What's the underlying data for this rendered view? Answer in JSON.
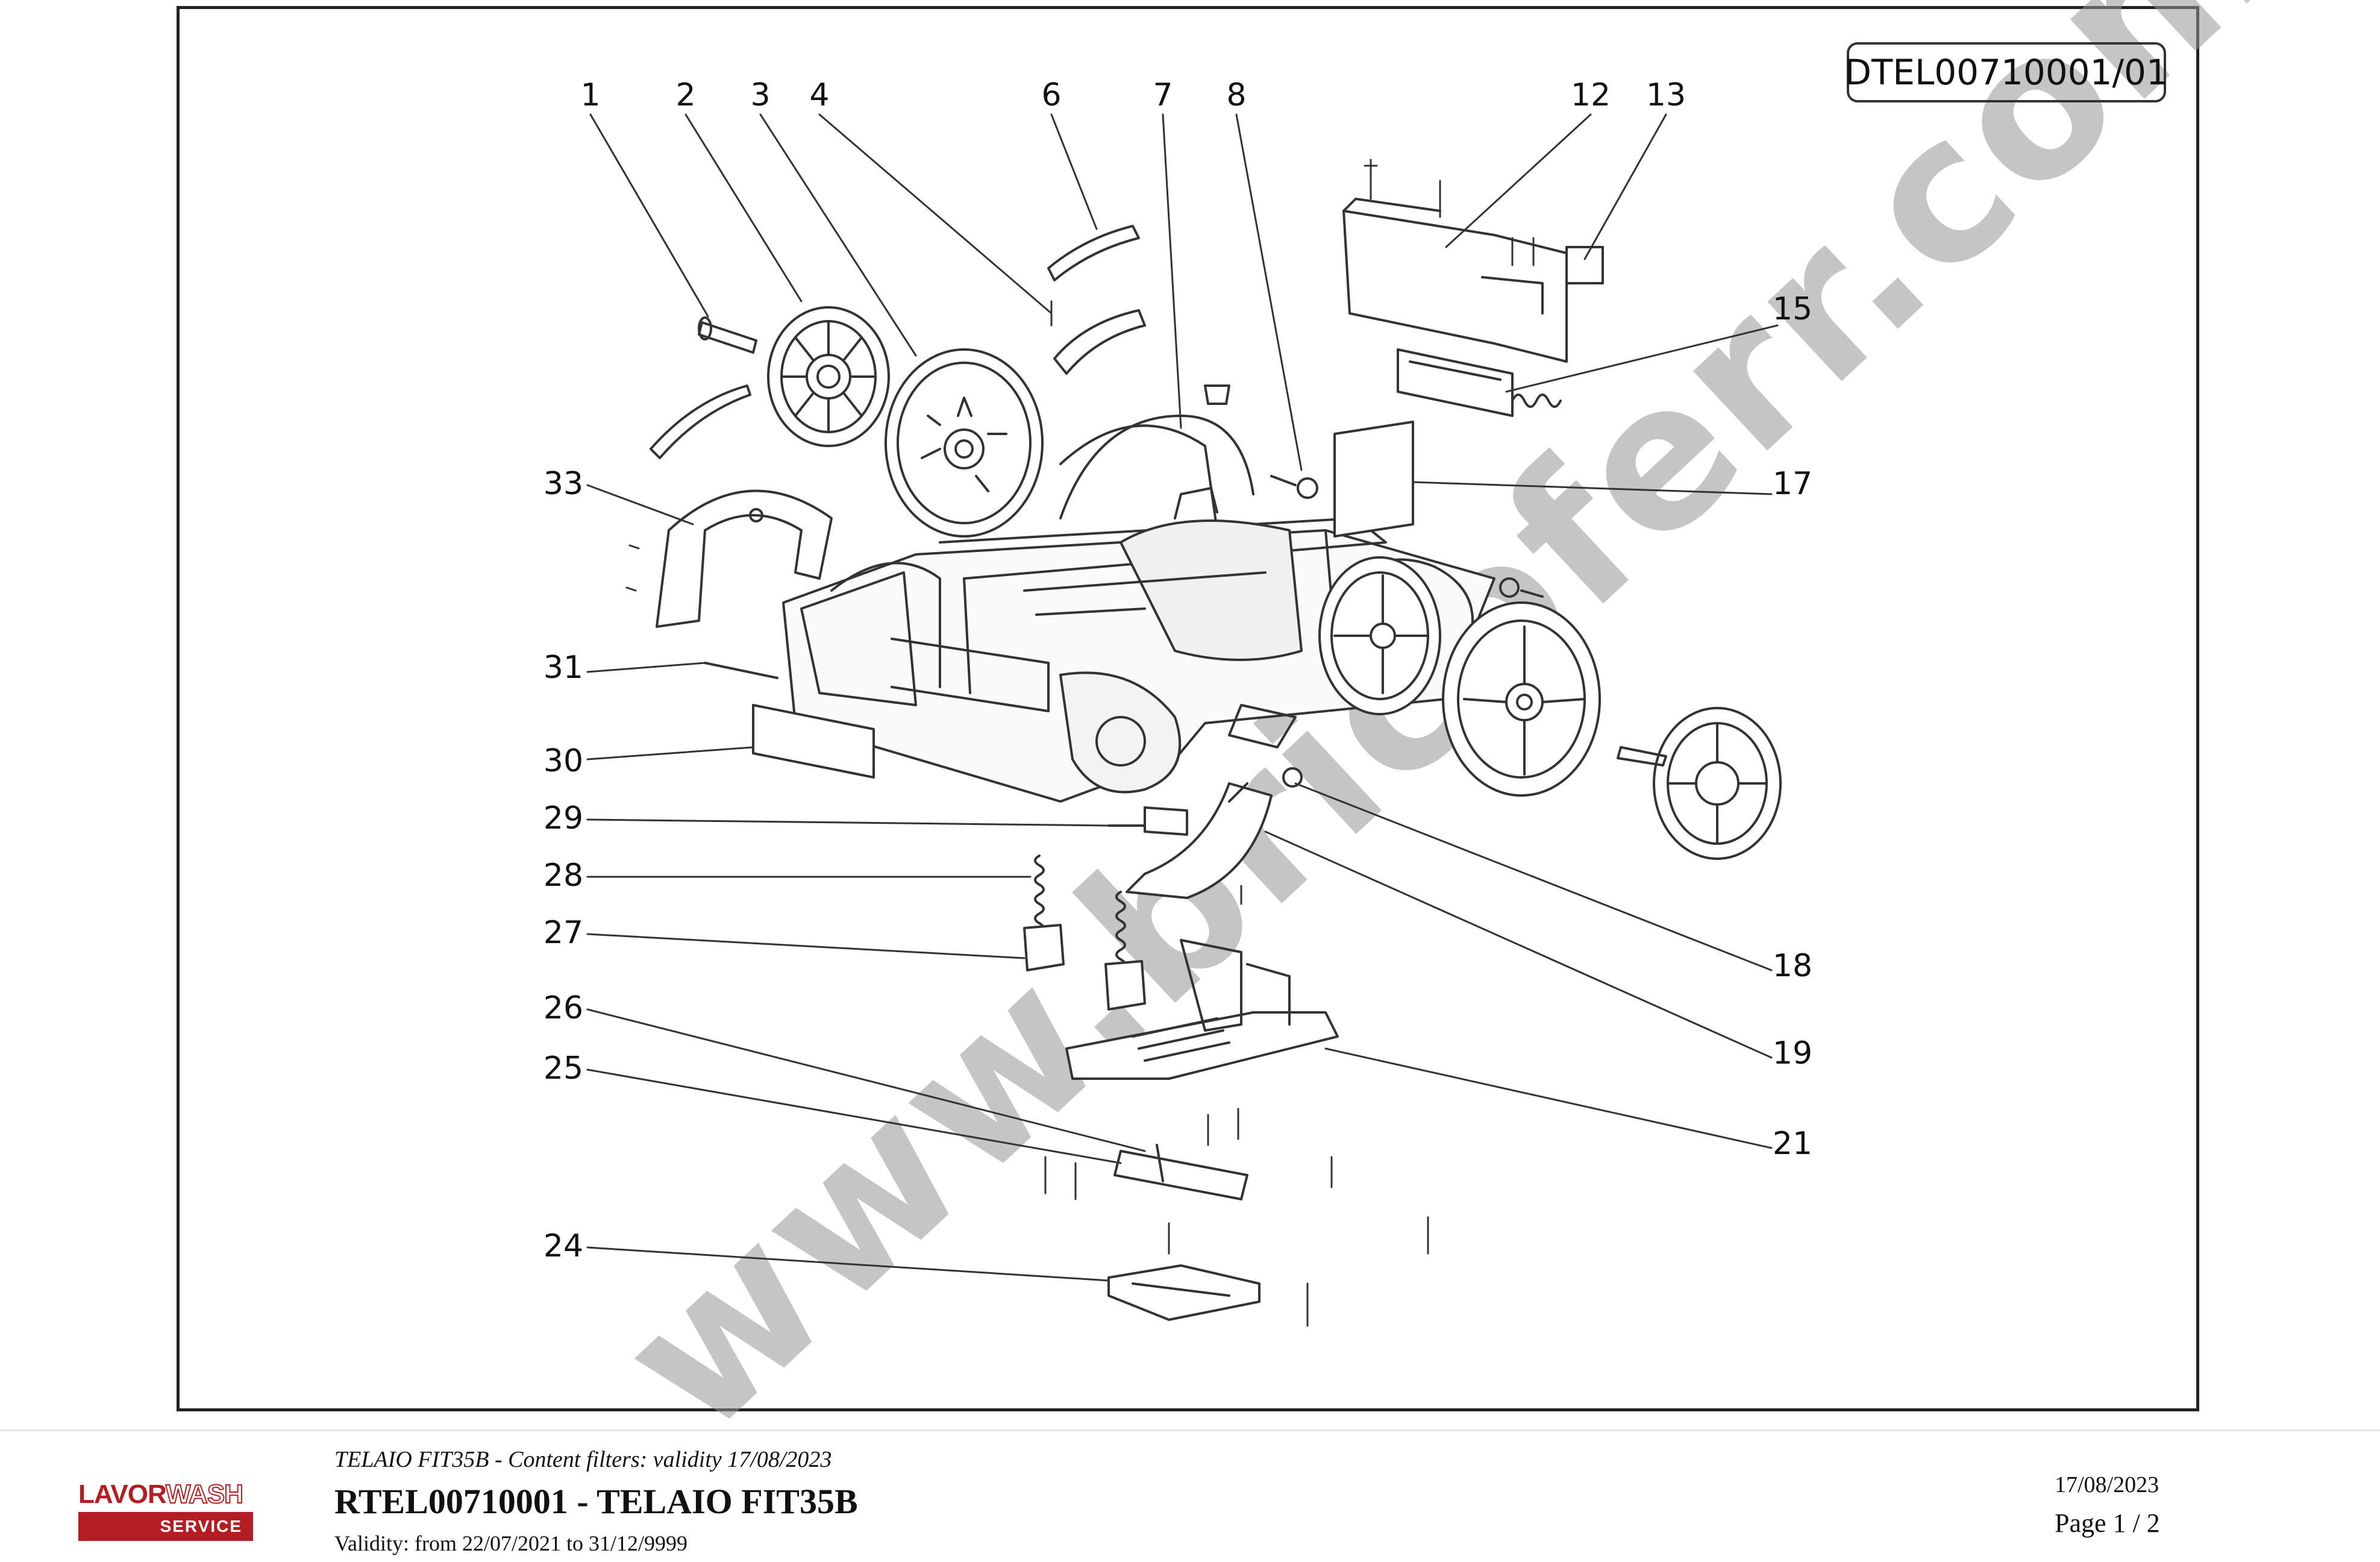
{
  "diagram": {
    "code": "DTEL00710001/01",
    "callouts": [
      "1",
      "2",
      "3",
      "4",
      "6",
      "7",
      "8",
      "12",
      "13",
      "15",
      "17",
      "33",
      "31",
      "30",
      "29",
      "28",
      "27",
      "26",
      "25",
      "24",
      "18",
      "19",
      "21"
    ],
    "watermark": "www.bricoferr.com"
  },
  "footer": {
    "filters": "TELAIO FIT35B - Content filters: validity 17/08/2023",
    "title": "RTEL00710001 - TELAIO FIT35B",
    "validity": "Validity: from 22/07/2021 to 31/12/9999",
    "date": "17/08/2023",
    "page": "Page 1 / 2",
    "logo": {
      "brand_a": "LAVOR",
      "brand_b": "WASH",
      "sub": "SERVICE",
      "color": "#b41e23"
    }
  }
}
